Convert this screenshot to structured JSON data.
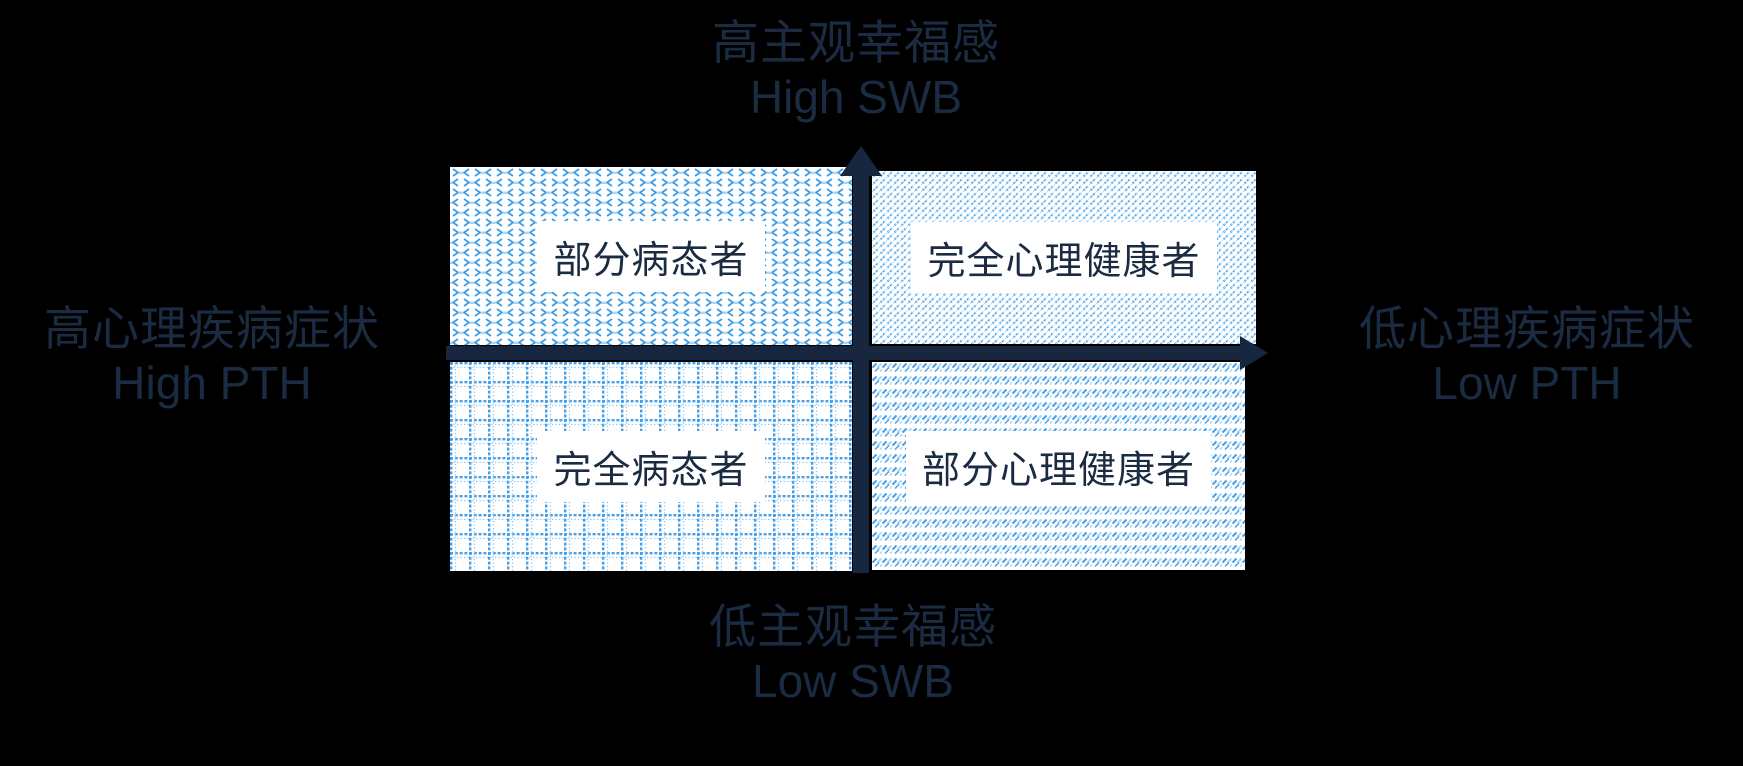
{
  "diagram": {
    "type": "quadrant-model",
    "background_color": "#000000",
    "text_color": "#1a2b42",
    "axis_color": "#16273f",
    "pattern_blue": "#47a0e7",
    "pattern_blue_light": "#a9d6f5",
    "quadrant_background": "#ffffff"
  },
  "axis_labels": {
    "top": {
      "zh": "高主观幸福感",
      "en": "High SWB"
    },
    "bottom": {
      "zh": "低主观幸福感",
      "en": "Low SWB"
    },
    "left": {
      "zh": "高心理疾病症状",
      "en": "High PTH"
    },
    "right": {
      "zh": "低心理疾病症状",
      "en": "Low PTH"
    }
  },
  "quadrants": {
    "top_left": {
      "label": "部分病态者",
      "pattern": "divot"
    },
    "top_right": {
      "label": "完全心理健康者",
      "pattern": "diagonal-stripes"
    },
    "bottom_left": {
      "label": "完全病态者",
      "pattern": "dotted-grid"
    },
    "bottom_right": {
      "label": "部分心理健康者",
      "pattern": "dashed-rows"
    }
  }
}
